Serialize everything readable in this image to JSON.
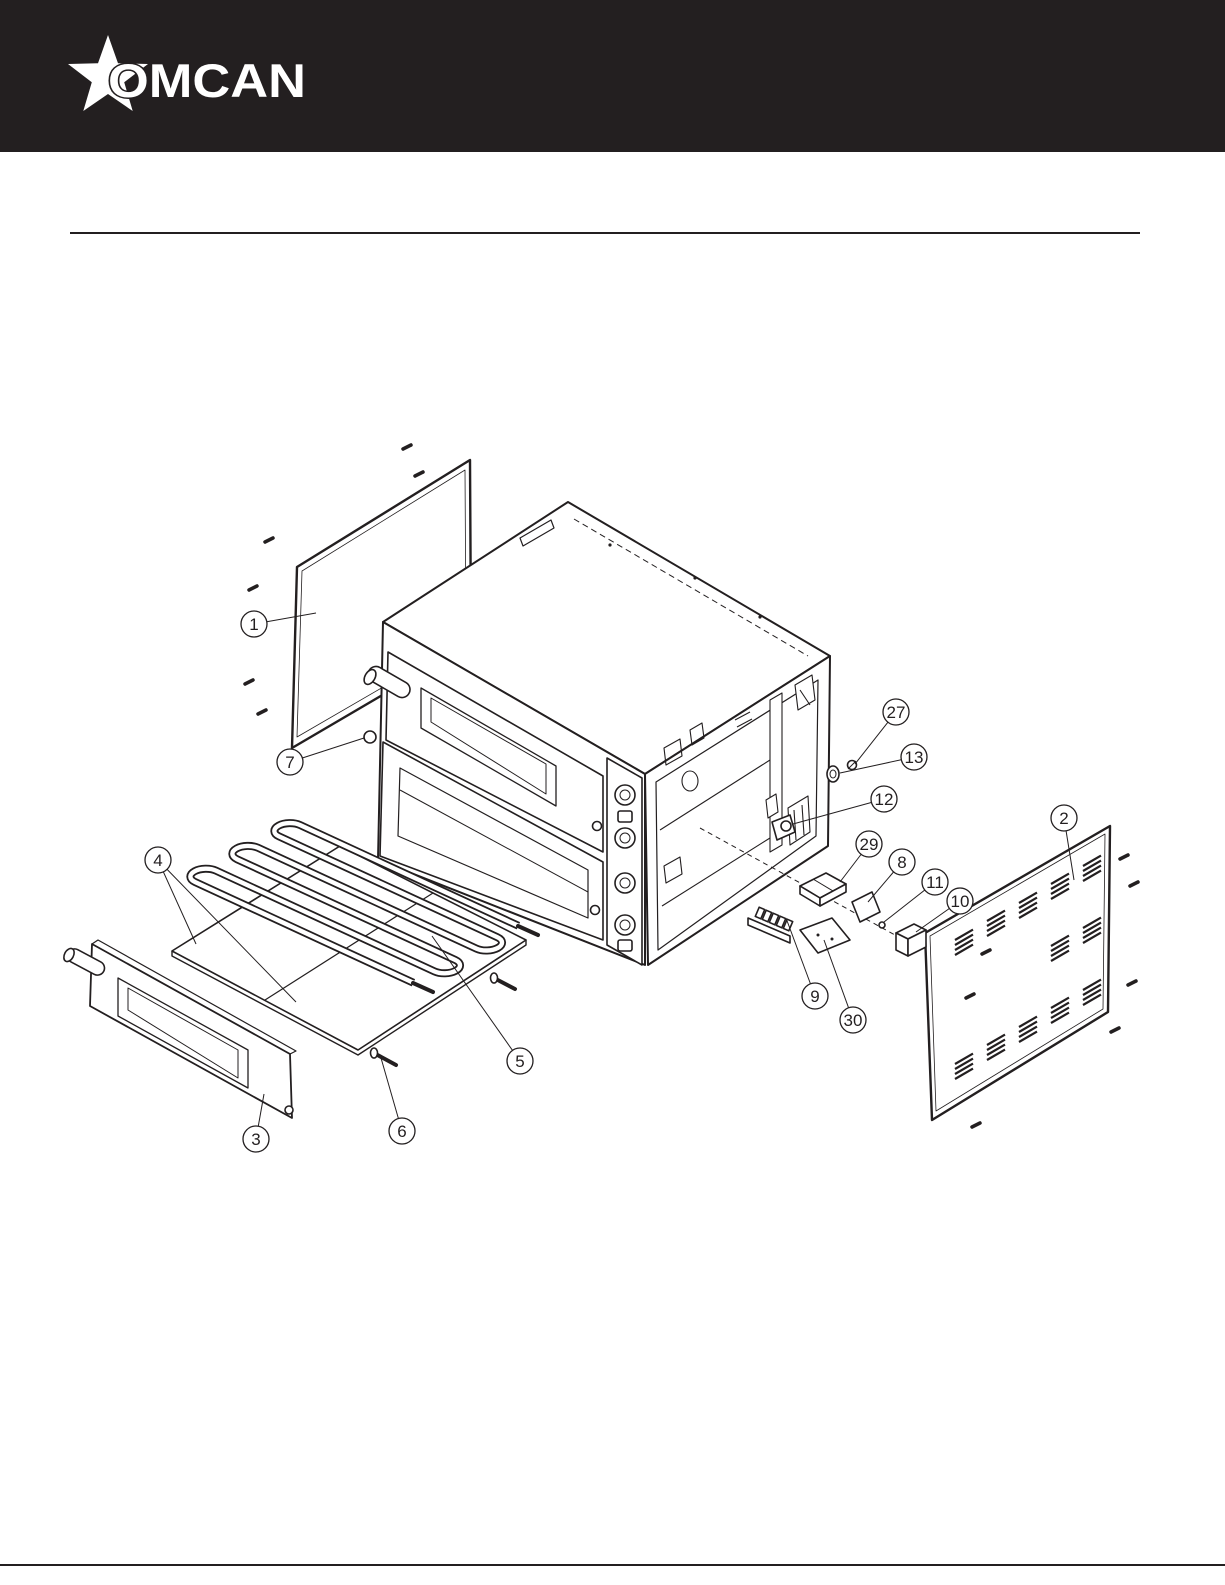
{
  "brand": {
    "logo_text": "OMCAN"
  },
  "colors": {
    "header_bg": "#231f20",
    "line": "#231f20",
    "page_bg": "#ffffff"
  },
  "callouts": [
    "1",
    "27",
    "13",
    "12",
    "2",
    "7",
    "29",
    "8",
    "11",
    "10",
    "4",
    "9",
    "30",
    "5",
    "6",
    "3"
  ]
}
